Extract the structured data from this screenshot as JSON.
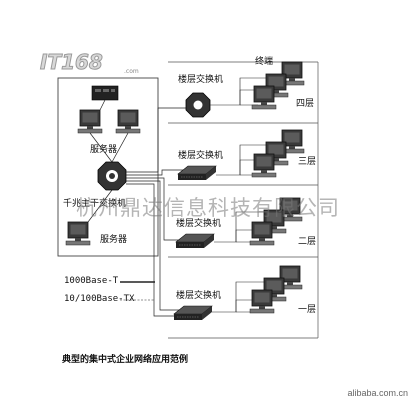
{
  "logo": {
    "text": "IT168",
    "sub": ".com"
  },
  "labels": {
    "terminal": "终端",
    "floor_switch": "楼层交换机",
    "server_top": "服务器",
    "server_bottom": "服务器",
    "core_switch": "千兆主干交换机",
    "gigabit": "1000Base-T",
    "fast": "10/100Base-TX"
  },
  "floors": [
    "四层",
    "三层",
    "二层",
    "一层"
  ],
  "caption": "典型的集中式企业网络应用范例",
  "watermark": "杭州鼎达信息科技有限公司",
  "footer": "alibaba.com.cn"
}
